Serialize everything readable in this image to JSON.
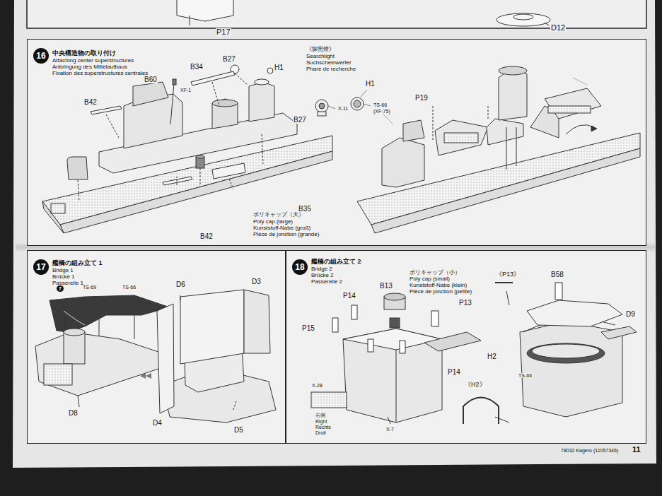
{
  "diagram": {
    "nodes": [
      {
        "text": [
          "中央構造物の取り付け",
          "Attaching center superstructures",
          "Anbringung des Mittelaufbaus",
          "Fixation des superstructures centrales"
        ]
      },
      {
        "text": [
          "16"
        ],
        "in": 0
      },
      {
        "text": [
          "艦橋の組み立て 1",
          "Bridge 1",
          "Brücke 1",
          "Passerelle 1"
        ]
      },
      {
        "text": [
          "17"
        ],
        "in": 2
      },
      {
        "text": [
          "艦橋の組み立て 2",
          "Bridge 2",
          "Brücke 2",
          "Passerelle 2"
        ]
      },
      {
        "text": [
          "18"
        ],
        "in": 4
      }
    ],
    "labels": [
      "P17",
      "D12",
      "B27",
      "H1",
      "B60",
      "XF-1",
      "B34",
      "B42",
      "《探照燈》",
      "Searchlight",
      "Suchscheinwerfer",
      "Phare de recherche",
      "H1",
      "B27",
      "X-11",
      "TS-66",
      "(XF-75)",
      "P19",
      "B35",
      "ポリキャップ（大）",
      "Poly cap (large)",
      "Kunststoff-Nabe (groß)",
      "Pièce de jonction (grande)",
      "B42",
      "TS-69",
      "TS-66",
      "7",
      "D6",
      "D3",
      "D8",
      "D4",
      "D5",
      "ポリキャップ（小）",
      "Poly cap (small)",
      "Kunststoff-Nabe (klein)",
      "Pièce de jonction (petite)",
      "B13",
      "P14",
      "P13",
      "《P13》",
      "B58",
      "P15",
      "D9",
      "P14",
      "H2",
      "TS-66",
      "X-28",
      "《H2》",
      "右側",
      "Right",
      "Rechts",
      "Droit",
      "X-7",
      "78032 Kagero (11057346)",
      "11"
    ]
  }
}
